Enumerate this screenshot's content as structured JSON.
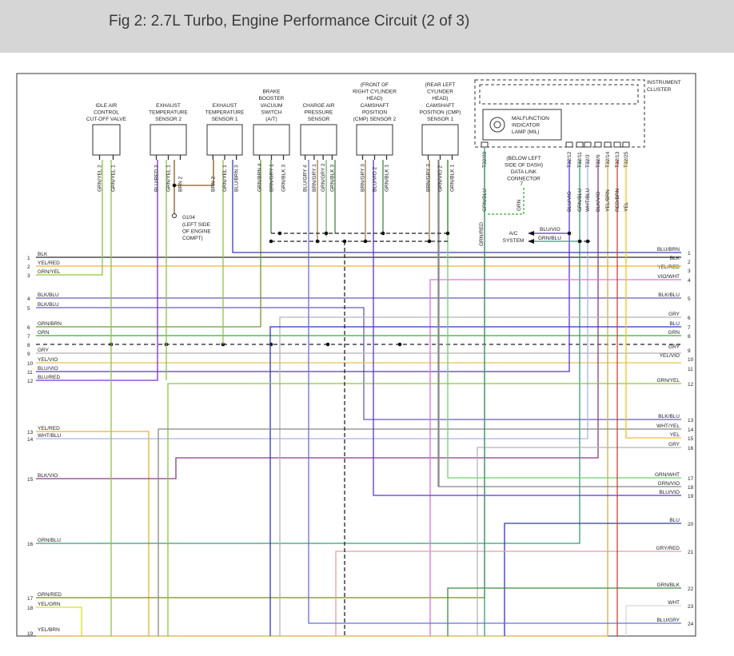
{
  "page": {
    "title": "Fig 2: 2.7L Turbo, Engine Performance Circuit (2 of 3)"
  },
  "colors": {
    "BLK": "#2a2a2a",
    "YEL": "#f0c419",
    "GRN": "#3aaa35",
    "BLU": "#2e35c8",
    "VIO": "#9a3fc0",
    "RED": "#e03a2e",
    "GRY": "#b5b5b5",
    "BRN": "#8a5a14",
    "WHT": "#d8d8d8",
    "GRN/YEL": "#8cc63f",
    "BLK/BLU": "#6a5ab8",
    "GRN/BRN": "#6f9a2e",
    "YEL/VIO": "#e8c060",
    "BLU/VIO": "#5b35d0",
    "BLU/RED": "#7a2ed6",
    "YEL/RED": "#f0b030",
    "WHT/BLU": "#aab4ee",
    "BLK/VIO": "#8a3a8a",
    "GRN/BLU": "#3a9a78",
    "GRN/RED": "#7a8a20",
    "YEL/GRN": "#d6e020",
    "YEL/BRN": "#d8b040",
    "GRN/WHT": "#6fcf6f",
    "VIO/WHT": "#e070e0",
    "GRY/RED": "#e0a0a0",
    "GRN/BLK": "#3e8a3e",
    "BLU/GRY": "#6470d6",
    "BLU/BRN": "#3840a8",
    "BRN/GRY": "#9a7a50",
    "BRN/VIO": "#8a4a70",
    "GRN/GRY": "#7aaa7a",
    "BLU/YEL": "#7a8ab0",
    "RED/BRN": "#c04a3a"
  },
  "components": [
    {
      "id": "idle-air",
      "lines": [
        "IDLE AIR",
        "CONTROL",
        "CUT-OFF VALVE"
      ],
      "pins": [
        {
          "n": "2",
          "w": "GRN/YEL"
        },
        {
          "n": "1",
          "w": "GRN/YEL"
        }
      ]
    },
    {
      "id": "egt2",
      "lines": [
        "EXHAUST",
        "TEMPERATURE",
        "SENSOR 2"
      ],
      "pins": [
        {
          "n": "3",
          "w": "BLU/RED"
        },
        {
          "n": "1",
          "w": "GRN/YEL"
        },
        {
          "n": "2",
          "w": "BRN"
        }
      ]
    },
    {
      "id": "egt1",
      "lines": [
        "EXHAUST",
        "TEMPERATURE",
        "SENSOR 1"
      ],
      "pins": [
        {
          "n": "2",
          "w": "BRN"
        },
        {
          "n": "1",
          "w": "GRN/YEL"
        },
        {
          "n": "3",
          "w": "BLU/BRN"
        }
      ]
    },
    {
      "id": "brake-booster",
      "lines": [
        "BRAKE",
        "BOOSTER",
        "VACUUM",
        "SWITCH",
        "(A/T)"
      ],
      "pins": [
        {
          "n": "4",
          "w": "GRN/BRN"
        },
        {
          "n": "1",
          "w": "BRN/GRY"
        },
        {
          "n": "3",
          "w": "GRN/BLK"
        }
      ]
    },
    {
      "id": "charge-air",
      "lines": [
        "CHARGE AIR",
        "PRESSURE",
        "SENSOR"
      ],
      "pins": [
        {
          "n": "4",
          "w": "BLU/GRY"
        },
        {
          "n": "1",
          "w": "BRN/GRY"
        },
        {
          "n": "2",
          "w": "GRN/GRY"
        },
        {
          "n": "3",
          "w": "GRN/BLK"
        }
      ]
    },
    {
      "id": "cmp2",
      "lines": [
        "(FRONT OF",
        "RIGHT CYLINDER",
        "HEAD)",
        "CAMSHAFT",
        "POSITION",
        "(CMP) SENSOR 2"
      ],
      "pins": [
        {
          "n": "3",
          "w": "BRN/GRY"
        },
        {
          "n": "2",
          "w": "BLU/VIO"
        },
        {
          "n": "1",
          "w": "GRN/BLK"
        }
      ]
    },
    {
      "id": "cmp1",
      "lines": [
        "(REAR LEFT",
        "CYLINDER",
        "HEAD)",
        "CAMSHAFT",
        "POSITION (CMP)",
        "SENSOR 1"
      ],
      "pins": [
        {
          "n": "3",
          "w": "BRN/GRY"
        },
        {
          "n": "2",
          "w": "GRN/VIO"
        },
        {
          "n": "1",
          "w": "GRN/BLK"
        }
      ]
    }
  ],
  "g104": {
    "label": "G104",
    "lines": [
      "(LEFT SIDE",
      "OF ENGINE",
      "COMPT)"
    ],
    "wire": "BRN"
  },
  "instrument": {
    "title_lines": [
      "INSTRUMENT",
      "CLUSTER"
    ],
    "mil_lines": [
      "MALFUNCTION",
      "INDICATOR",
      "LAMP (MIL)"
    ],
    "pins": [
      {
        "id": "T32/28",
        "w": "GRN/BLU"
      },
      {
        "id": "T32/12",
        "w": "BLU/VIO"
      },
      {
        "id": "T32/11",
        "w": "GRN/BLU"
      },
      {
        "id": "T32/3",
        "w": "WHT/BLU"
      },
      {
        "id": "T32/6",
        "w": "BLK/VIO"
      },
      {
        "id": "T32/14",
        "w": "YEL/BRN"
      },
      {
        "id": "T32/13",
        "w": "RED/BRN"
      },
      {
        "id": "T32/25",
        "w": "YEL"
      }
    ]
  },
  "dlc": {
    "lines": [
      "(BELOW LEFT",
      "SIDE OF DASH)",
      "DATA LINK",
      "CONNECTOR"
    ],
    "pin": "7",
    "wire": "GRN",
    "wire_left": "GRN/RED"
  },
  "ac": {
    "lines": [
      "A/C",
      "SYSTEM"
    ],
    "wire_top": "BLU/VIO",
    "wire_bot": "GRN/BLU"
  },
  "left_wires": [
    {
      "n": "1",
      "w": "BLK"
    },
    {
      "n": "2",
      "w": "YEL/RED"
    },
    {
      "n": "3",
      "w": "GRN/YEL"
    },
    {
      "n": "4",
      "w": "BLK/BLU"
    },
    {
      "n": "5",
      "w": "BLK/BLU"
    },
    {
      "n": "6",
      "w": "GRN/BRN"
    },
    {
      "n": "7",
      "w": "GRN"
    },
    {
      "n": "8",
      "w": ""
    },
    {
      "n": "9",
      "w": "GRY"
    },
    {
      "n": "10",
      "w": "YEL/VIO"
    },
    {
      "n": "11",
      "w": "BLU/VIO"
    },
    {
      "n": "12",
      "w": "BLU/RED"
    },
    {
      "n": "13",
      "w": "YEL/RED"
    },
    {
      "n": "14",
      "w": "WHT/BLU"
    },
    {
      "n": "15",
      "w": "BLK/VIO"
    },
    {
      "n": "16",
      "w": "GRN/BLU"
    },
    {
      "n": "17",
      "w": "GRN/RED"
    },
    {
      "n": "18",
      "w": "YEL/GRN"
    },
    {
      "n": "19",
      "w": "YEL/BRN"
    }
  ],
  "right_wires": [
    {
      "n": "1",
      "w": "BLU/BRN"
    },
    {
      "n": "2",
      "w": "BLK"
    },
    {
      "n": "3",
      "w": "YEL/RED"
    },
    {
      "n": "4",
      "w": "VIO/WHT"
    },
    {
      "n": "5",
      "w": "BLK/BLU"
    },
    {
      "n": "6",
      "w": "GRY"
    },
    {
      "n": "7",
      "w": "BLU"
    },
    {
      "n": "8",
      "w": "GRN"
    },
    {
      "n": "9",
      "w": "GRY"
    },
    {
      "n": "10",
      "w": "YEL/VIO"
    },
    {
      "n": "11",
      "w": ""
    },
    {
      "n": "12",
      "w": "GRN/YEL"
    },
    {
      "n": "13",
      "w": "BLK/BLU"
    },
    {
      "n": "14",
      "w": "WHT/YEL"
    },
    {
      "n": "15",
      "w": "YEL"
    },
    {
      "n": "16",
      "w": "GRY"
    },
    {
      "n": "17",
      "w": "GRN/WHT"
    },
    {
      "n": "18",
      "w": "GRN/VIO"
    },
    {
      "n": "19",
      "w": "BLU/VIO"
    },
    {
      "n": "20",
      "w": "BLU"
    },
    {
      "n": "21",
      "w": "GRY/RED"
    },
    {
      "n": "22",
      "w": "GRN/BLK"
    },
    {
      "n": "23",
      "w": "WHT"
    },
    {
      "n": "24",
      "w": "BLU/GRY"
    }
  ]
}
